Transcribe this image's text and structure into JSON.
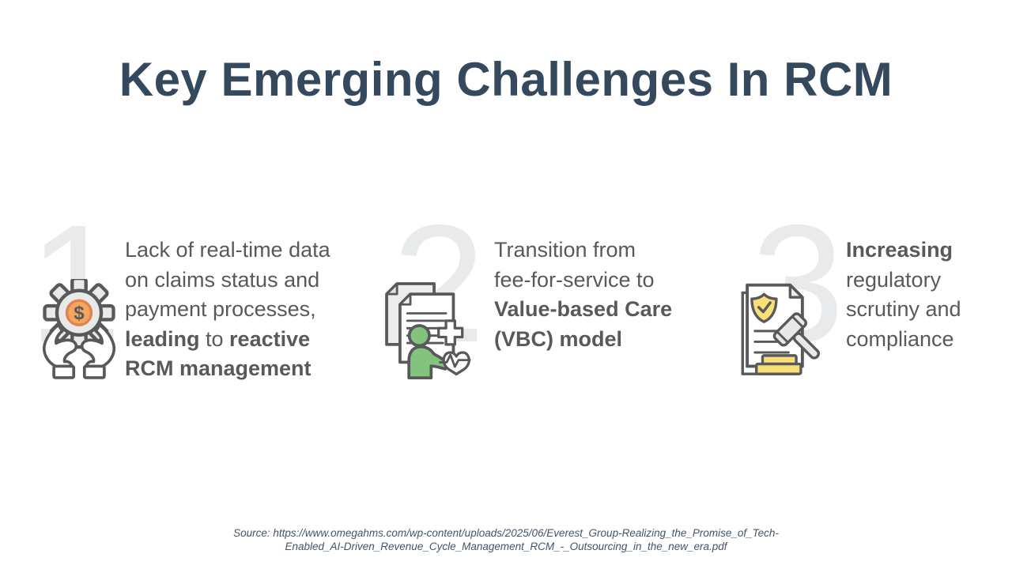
{
  "slide": {
    "title": "Key Emerging Challenges In RCM"
  },
  "items": [
    {
      "number": "1",
      "icon": "hands-gear-dollar-icon",
      "text_runs": [
        {
          "t": "Lack of real-time data\non claims status and\npayment processes,\n",
          "b": false
        },
        {
          "t": "leading",
          "b": true
        },
        {
          "t": " to ",
          "b": false
        },
        {
          "t": "reactive\nRCM management",
          "b": true
        }
      ]
    },
    {
      "number": "2",
      "icon": "care-transition-documents-icon",
      "text_runs": [
        {
          "t": "Transition from\nfee-for-service to\n",
          "b": false
        },
        {
          "t": "Value-based Care\n(VBC) model",
          "b": true
        }
      ]
    },
    {
      "number": "3",
      "icon": "compliance-document-gavel-icon",
      "text_runs": [
        {
          "t": "Increasing",
          "b": true
        },
        {
          "t": "\nregulatory\nscrutiny and\ncompliance",
          "b": false
        }
      ]
    }
  ],
  "source": {
    "line1": "Source: https://www.omegahms.com/wp-content/uploads/2025/06/Everest_Group-Realizing_the_Promise_of_Tech-",
    "line2": "Enabled_AI-Driven_Revenue_Cycle_Management_RCM_-_Outsourcing_in_the_new_era.pdf"
  },
  "colors": {
    "title": "#34495e",
    "body_text": "#595959",
    "number_watermark": "#e9eaeb",
    "icon_stroke": "#58595b",
    "orange_fill": "#f4a661",
    "orange_stroke": "#e2824d",
    "green_fill": "#82c47e",
    "yellow_fill": "#f8df77",
    "doc_shadow": "#ededed",
    "source_text": "#44546a",
    "background": "#ffffff"
  }
}
